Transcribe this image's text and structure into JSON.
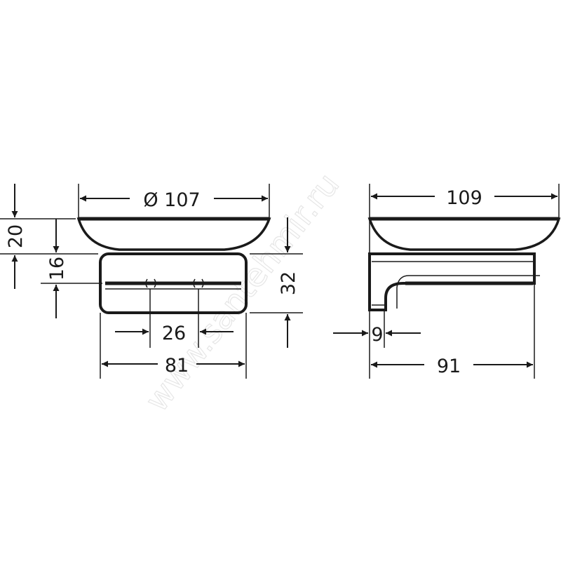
{
  "drawing": {
    "front_view": {
      "dimensions": {
        "dish_diameter": "Ø 107",
        "total_height": "20",
        "dish_height": "16",
        "holder_height": "32",
        "screw_spacing": "26",
        "holder_width": "81"
      }
    },
    "side_view": {
      "dimensions": {
        "dish_width": "109",
        "wall_plate_thickness": "9",
        "projection": "91"
      }
    },
    "watermark": "www.santehmir.ru",
    "colors": {
      "line": "#1a1a1a",
      "background": "#ffffff",
      "watermark": "#e6e6e6"
    }
  }
}
